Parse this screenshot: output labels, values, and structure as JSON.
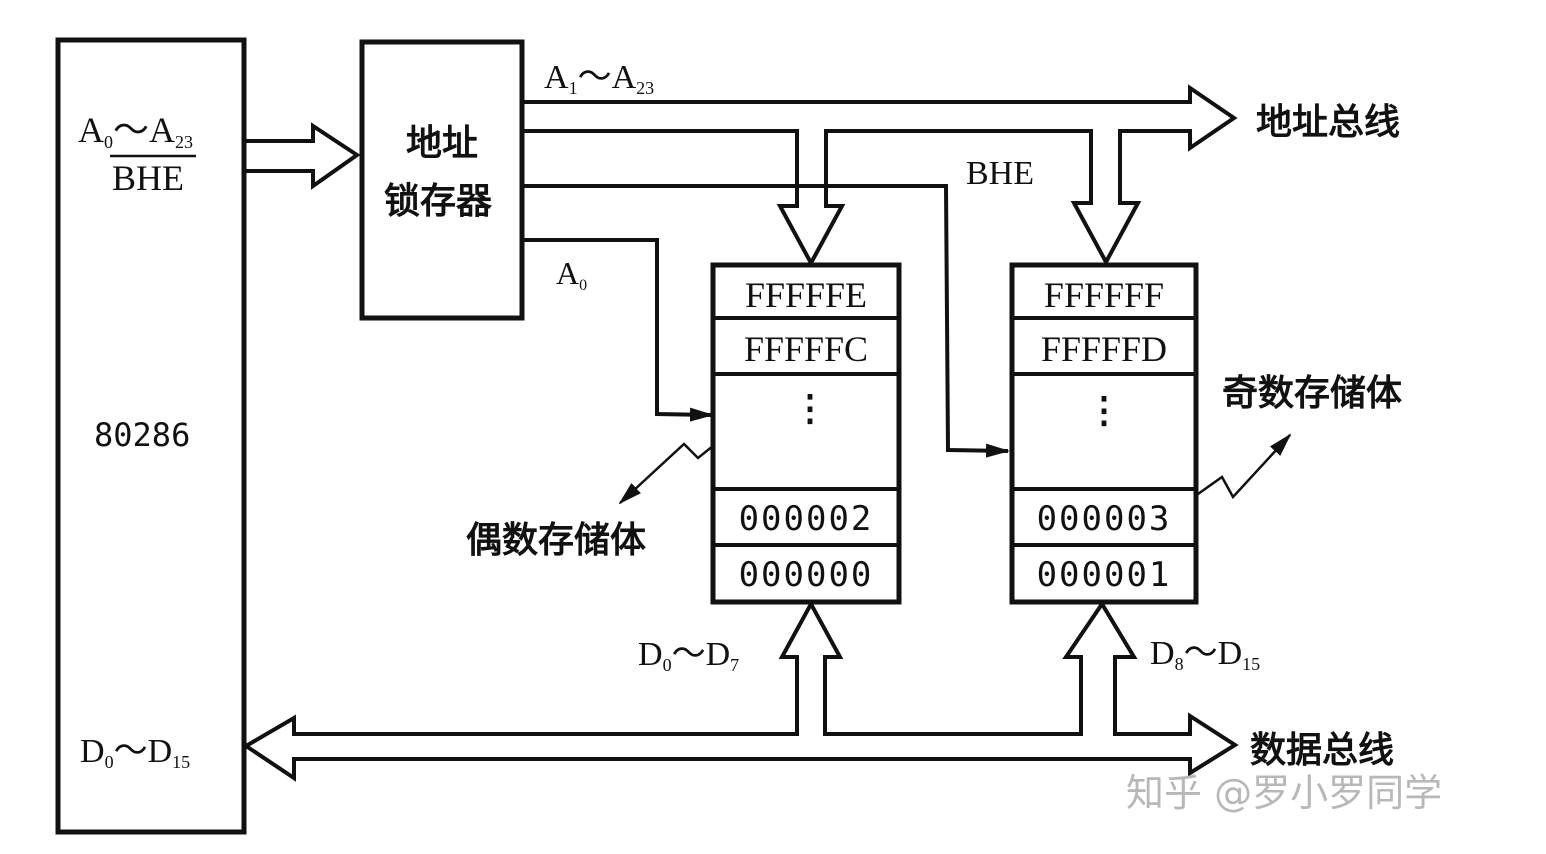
{
  "cpu": {
    "name": "80286",
    "address_pins": {
      "base": "A",
      "from": "0",
      "sep": "～",
      "to": "23"
    },
    "bhe_label": "BHE",
    "data_pins": {
      "base": "D",
      "from": "0",
      "sep": "～",
      "to": "15"
    }
  },
  "latch": {
    "line1": "地址",
    "line2": "锁存器"
  },
  "signals": {
    "a1_a23": {
      "base": "A",
      "from": "1",
      "sep": "～",
      "to": "23"
    },
    "a0": {
      "base": "A",
      "sub": "0"
    },
    "bhe": "BHE",
    "d0_d7": {
      "base": "D",
      "from": "0",
      "sep": "～",
      "to": "7"
    },
    "d8_d15": {
      "base": "D",
      "from": "8",
      "sep": "～",
      "to": "15"
    }
  },
  "buses": {
    "address_bus": "地址总线",
    "data_bus": "数据总线"
  },
  "even_bank": {
    "label": "偶数存储体",
    "cells": [
      "FFFFFE",
      "FFFFFC",
      "⋮",
      "000002",
      "000000"
    ]
  },
  "odd_bank": {
    "label": "奇数存储体",
    "cells": [
      "FFFFFF",
      "FFFFFD",
      "⋮",
      "000003",
      "000001"
    ]
  },
  "watermark": "知乎 @罗小罗同学"
}
